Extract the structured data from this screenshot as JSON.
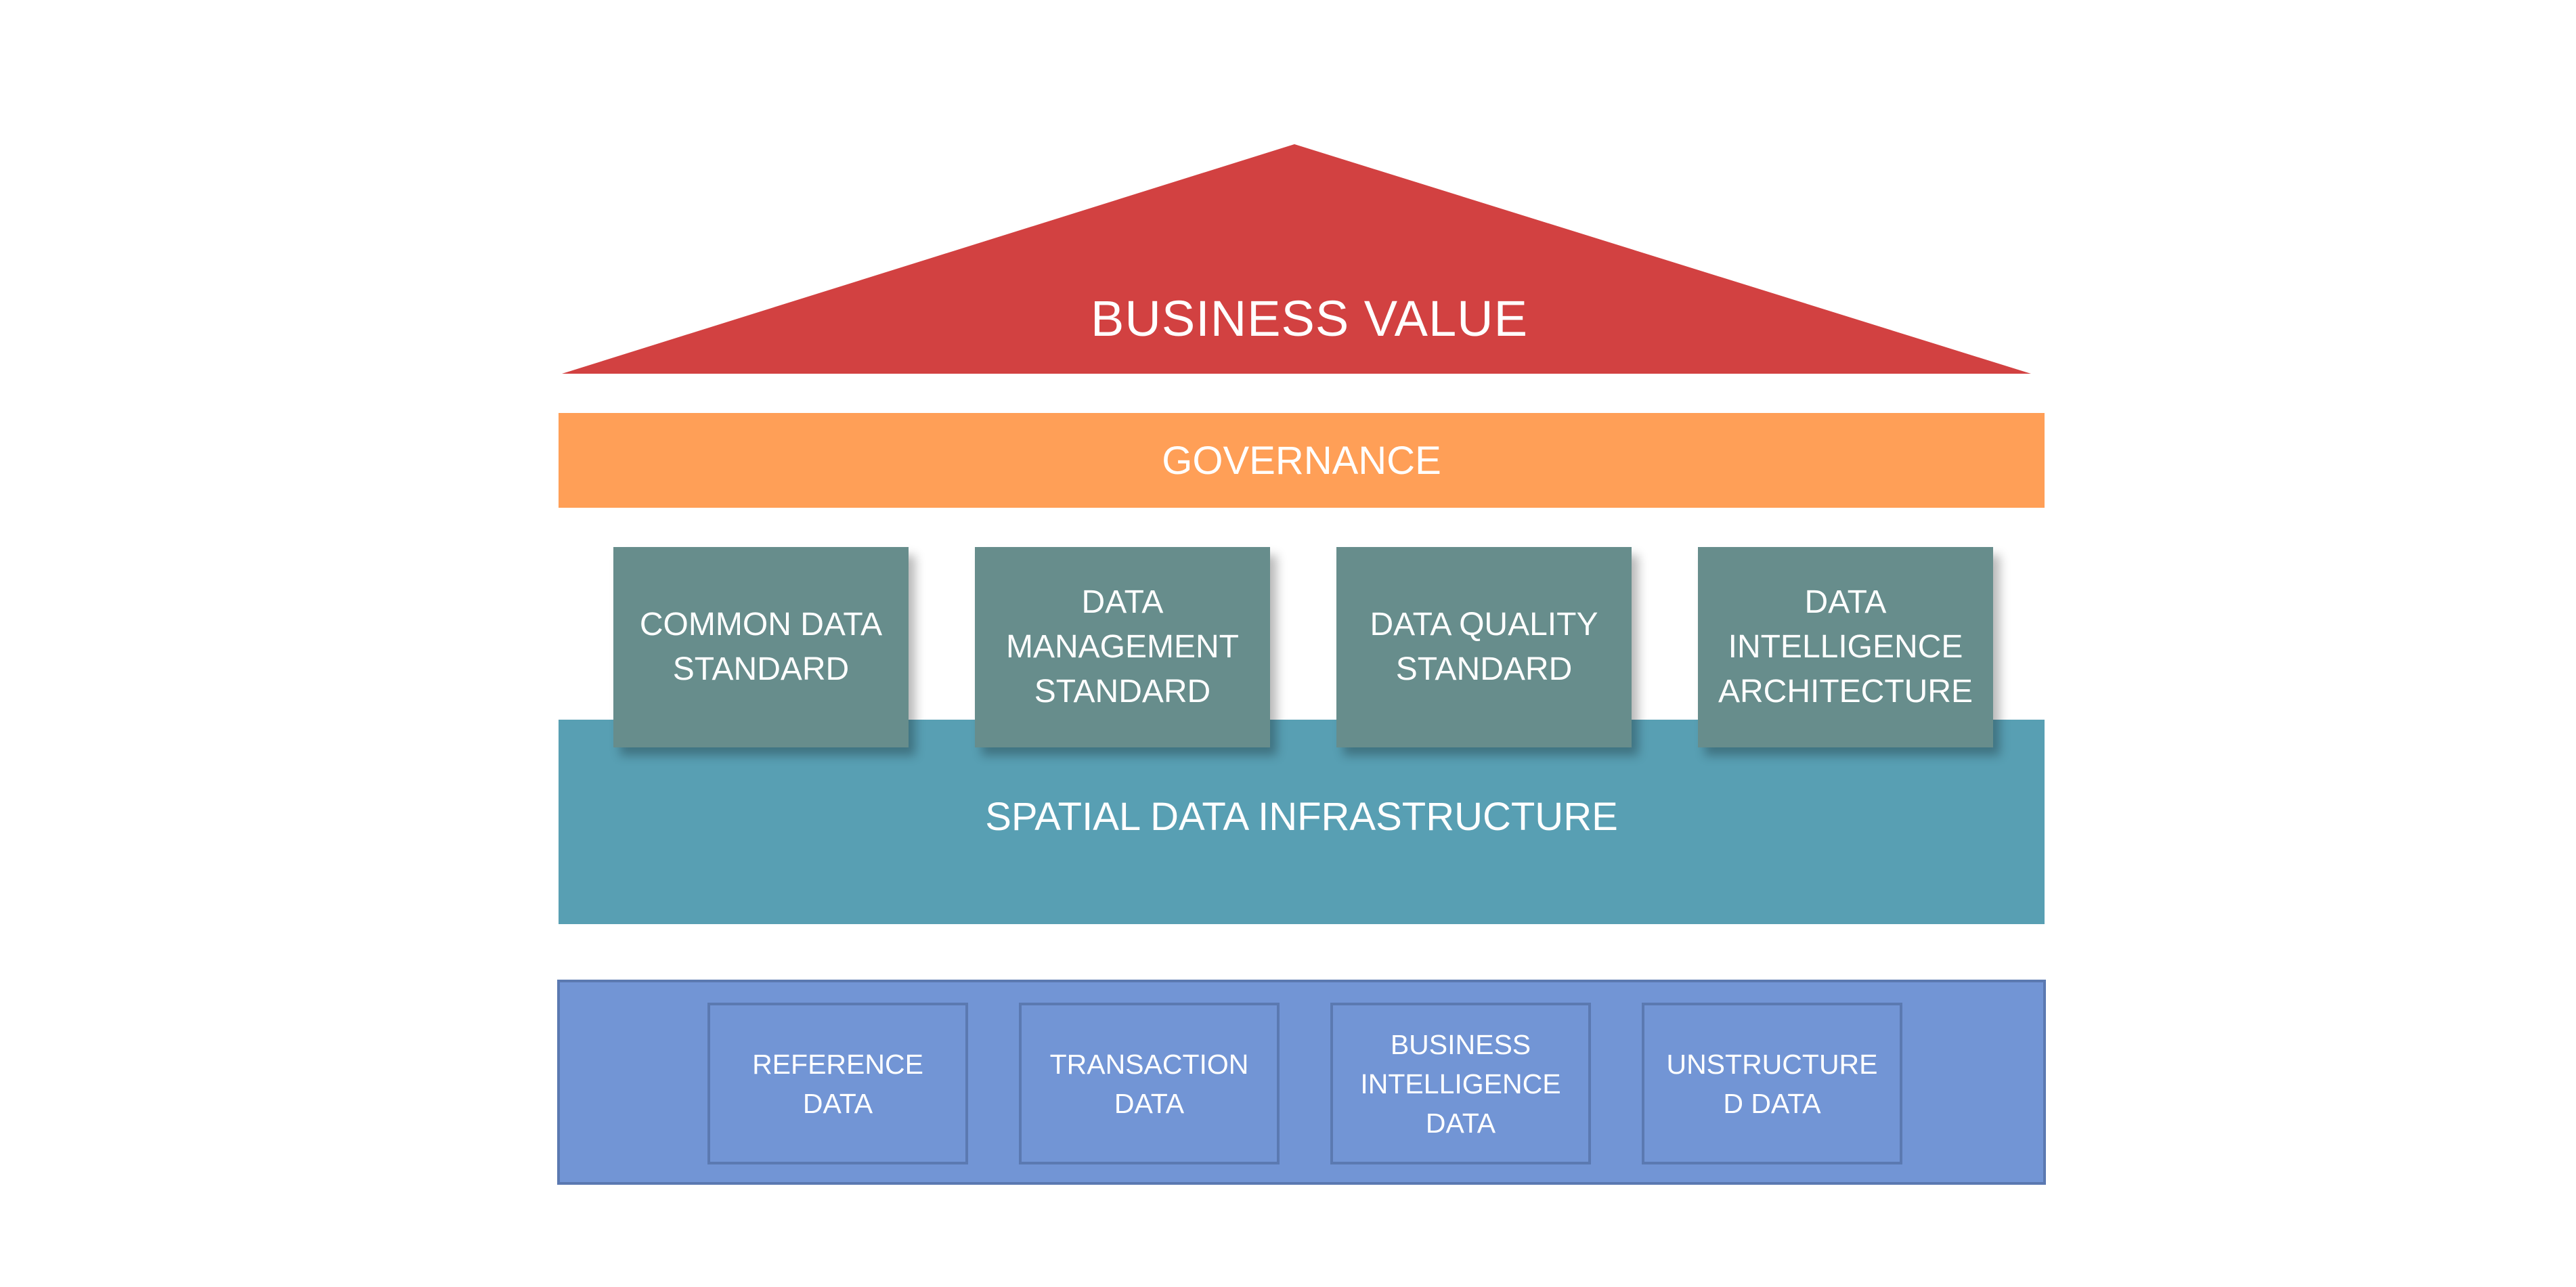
{
  "colors": {
    "roof": "#d24141",
    "governance": "#ff9f57",
    "pillar": "#678d8c",
    "infrastructure": "#589fb3",
    "foundation": "#7295d5",
    "foundation_border": "#5b79b1"
  },
  "roof": {
    "label": "BUSINESS VALUE"
  },
  "governance": {
    "label": "GOVERNANCE"
  },
  "pillars": [
    {
      "label": "COMMON DATA\nSTANDARD"
    },
    {
      "label": "DATA\nMANAGEMENT\nSTANDARD"
    },
    {
      "label": "DATA QUALITY\nSTANDARD"
    },
    {
      "label": "DATA\nINTELLIGENCE\nARCHITECTURE"
    }
  ],
  "infrastructure": {
    "label": "SPATIAL DATA INFRASTRUCTURE"
  },
  "foundation": {
    "items": [
      {
        "label": "REFERENCE\nDATA"
      },
      {
        "label": "TRANSACTION\nDATA"
      },
      {
        "label": "BUSINESS\nINTELLIGENCE\nDATA"
      },
      {
        "label": "UNSTRUCTURE\nD DATA"
      }
    ]
  }
}
